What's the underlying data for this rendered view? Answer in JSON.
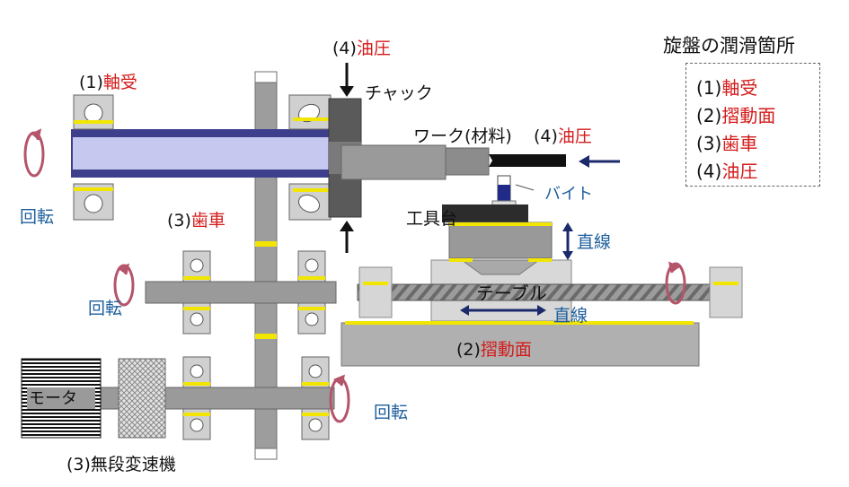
{
  "title": "旋盤の潤滑箇所",
  "legend": [
    {
      "num": "(1)",
      "label": "軸受"
    },
    {
      "num": "(2)",
      "label": "摺動面"
    },
    {
      "num": "(3)",
      "label": "歯車"
    },
    {
      "num": "(4)",
      "label": "油圧"
    }
  ],
  "labels": {
    "bearing_num": "(1)",
    "bearing": "軸受",
    "hydraulic_top_num": "(4)",
    "hydraulic_top": "油圧",
    "chuck": "チャック",
    "work": "ワーク(材料)",
    "hydraulic_right_num": "(4)",
    "hydraulic_right": "油圧",
    "bite": "バイト",
    "tool_post": "工具台",
    "linear_1": "直線",
    "table": "テーブル",
    "linear_2": "直線",
    "slide_num": "(2)",
    "slide": "摺動面",
    "gear_num": "(3)",
    "gear": "歯車",
    "rotation_1": "回転",
    "rotation_2": "回転",
    "rotation_3": "回転",
    "motor": "モータ",
    "cvt": "(3)無段変速機"
  },
  "colors": {
    "red": "#d41a1a",
    "blue": "#1d5f9c",
    "navy": "#1b2a6b",
    "lube": "#f2e600",
    "shaft": "#9a9a9a",
    "spindle": "#c6c8ef",
    "spindle_edge": "#3e3f8c",
    "chuck": "#5a5a5a",
    "tool": "#1f2b86"
  }
}
